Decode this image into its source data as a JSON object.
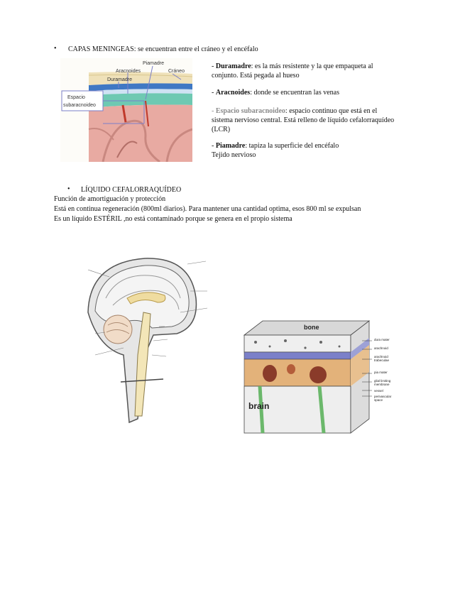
{
  "section1": {
    "bullet": "•",
    "heading": "CAPAS MENINGEAS",
    "heading_rest": ": se encuentran entre el cráneo y el encéfalo",
    "figure_labels": {
      "piamadre": "Piamadre",
      "aracnoides": "Aracnoides",
      "craneo": "Cráneo",
      "duramadre": "Duramadre",
      "espacio_line1": "Espacio",
      "espacio_line2": "subaracnoideo"
    },
    "items": {
      "dura_dash": "- ",
      "dura_term": "Duramadre",
      "dura_text_l1": ": es la más resistente y la que empaqueta al",
      "dura_text_l2": "conjunto. Está pegada al hueso",
      "arac_dash": "- ",
      "arac_term": "Aracnoides",
      "arac_text": ": donde se encuentran las venas",
      "esp_dash": "- ",
      "esp_term": "Espacio subaracnoideo",
      "esp_text_l1": ": espacio continuo que está en el",
      "esp_text_l2": "sistema nervioso central. Está relleno de líquido cefalorraquídeo",
      "esp_text_l3": "(LCR)",
      "pia_dash": "- ",
      "pia_term": "Piamadre",
      "pia_text": ": tapiza la superficie del encéfalo",
      "tejido": "Tejido nervioso"
    }
  },
  "section2": {
    "bullet": "•",
    "heading": "LÍQUIDO CEFALORRAQUÍDEO",
    "lines": [
      "Función de amortiguación y protección",
      "Está en continua regeneración (800ml diarios). Para mantener una cantidad optima, esos 800 ml se expulsan",
      "Es un líquido ESTÉRIL ,no está contaminado porque se genera en el propio sistema"
    ]
  },
  "figure3": {
    "bone": "bone",
    "brain": "brain",
    "labels": [
      "dura mater",
      "arachnoid",
      "arachnoid trabeculae",
      "pia mater",
      "glial limiting membrane",
      "vessel",
      "perivascular space"
    ]
  },
  "colors": {
    "dura_blue": "#3f78c4",
    "skull_tan": "#efe1b9",
    "brain_pink": "#e8aaa2",
    "fluid_teal": "#6ec9b2",
    "label_box": "#7b7fc9"
  }
}
